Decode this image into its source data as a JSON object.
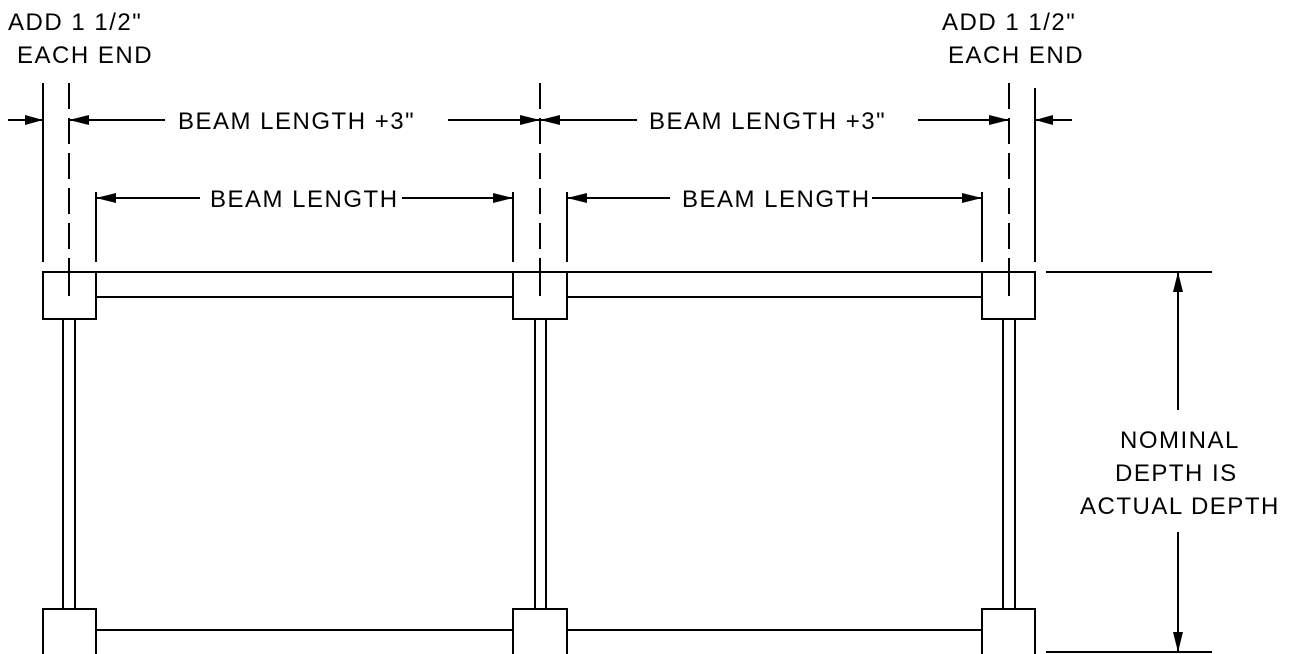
{
  "drawing": {
    "left_note": {
      "line1": "ADD 1 1/2\"",
      "line2": "EACH END"
    },
    "right_note": {
      "line1": "ADD 1 1/2\"",
      "line2": "EACH END"
    },
    "dim_beam_plus_left": "BEAM LENGTH +3\"",
    "dim_beam_plus_right": "BEAM LENGTH +3\"",
    "dim_beam_left": "BEAM LENGTH",
    "dim_beam_right": "BEAM LENGTH",
    "depth_note": {
      "line1": "NOMINAL",
      "line2": "DEPTH IS",
      "line3": "ACTUAL DEPTH"
    },
    "colors": {
      "line": "#000000",
      "background": "#ffffff"
    }
  }
}
